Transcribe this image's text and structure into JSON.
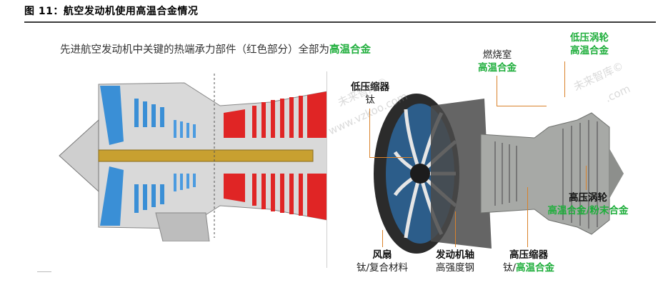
{
  "figure": {
    "title": "图 11：航空发动机使用高温合金情况",
    "subtitle_text": "先进航空发动机中关键的热端承力部件（红色部分）全部为",
    "subtitle_highlight": "高温合金"
  },
  "labels": {
    "lpc": {
      "title": "低压缩器",
      "material": "钛"
    },
    "combustor": {
      "title": "燃烧室",
      "material": "高温合金"
    },
    "lpt": {
      "title": "低压涡轮",
      "material": "高温合金"
    },
    "hpt": {
      "title": "高压涡轮",
      "material": "高温合金/粉末合金"
    },
    "fan": {
      "title": "风扇",
      "material": "钛/复合材料"
    },
    "shaft": {
      "title": "发动机轴",
      "material": "高强度钢"
    },
    "hpc": {
      "title": "高压缩器",
      "material_prefix": "钛/",
      "material_highlight": "高温合金"
    }
  },
  "watermarks": [
    "未来智库©",
    "www.vzkoo.com",
    "未来智库©",
    ".com"
  ],
  "colors": {
    "accent_green": "#1fae3c",
    "leader_orange": "#d9822b",
    "fan_blue": "#3a8fd6",
    "hot_red": "#e02525"
  }
}
